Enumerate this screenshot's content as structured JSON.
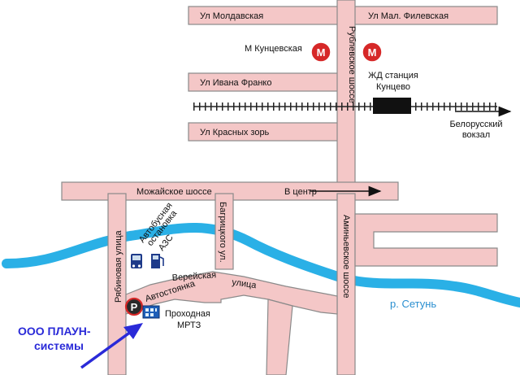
{
  "streets": {
    "moldavskaya": "Ул Молдавская",
    "mal_filevskaya": "Ул Мал. Филевская",
    "ivana_franko": "Ул Ивана Франко",
    "krasnykh_zor": "Ул Красных зорь",
    "rublevskoe": "Рублевское шоссе",
    "mozhayskoe": "Можайское шоссе",
    "v_tsentr": "В центр",
    "ryabinovaya": "Рябиновая улица",
    "bagritskogo": "Багрицкого ул.",
    "amin_evskoe": "Аминьевское шоссе",
    "vereyskaya_1": "Верейская",
    "vereyskaya_2": "улица"
  },
  "places": {
    "metro_kuntsevskaya": "М Кунцевская",
    "station_line1": "ЖД станция",
    "station_line2": "Кунцево",
    "belorussky_line1": "Белорусский",
    "belorussky_line2": "вокзал",
    "bus_stop_line1": "Автобусная",
    "bus_stop_line2": "остановка",
    "gas_station": "АЗС",
    "parking": "Автостоянка",
    "checkpoint_line1": "Проходная",
    "checkpoint_line2": "МРТЗ",
    "river": "р. Сетунь"
  },
  "symbols": {
    "metro_letter": "М",
    "parking_letter": "P"
  },
  "company": {
    "line1": "ООО ПЛАУН-",
    "line2": "системы"
  },
  "colors": {
    "road_fill": "#f4c7c7",
    "road_stroke": "#8a8a8a",
    "river": "#2ab0e6",
    "metro": "#d62828",
    "company_text": "#2a2ad8",
    "pointer_arrow": "#2a2ad8"
  },
  "icons": [
    "metro-icon",
    "train-icon",
    "bus-icon",
    "gas-station-icon",
    "parking-icon",
    "building-icon"
  ]
}
